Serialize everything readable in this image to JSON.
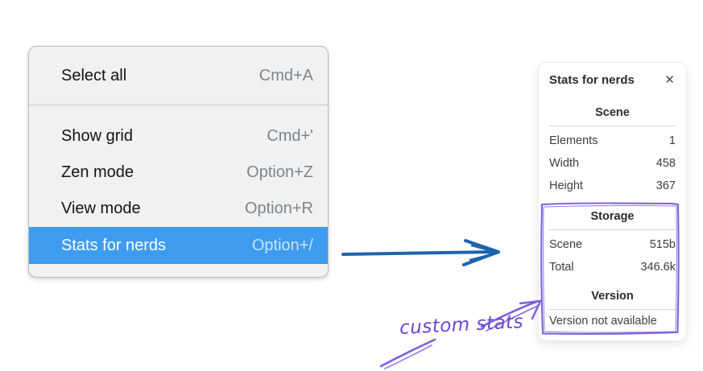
{
  "menu": {
    "items": [
      {
        "label": "Select all",
        "shortcut": "Cmd+A",
        "highlighted": false
      },
      {
        "label": "Show grid",
        "shortcut": "Cmd+'",
        "highlighted": false
      },
      {
        "label": "Zen mode",
        "shortcut": "Option+Z",
        "highlighted": false
      },
      {
        "label": "View mode",
        "shortcut": "Option+R",
        "highlighted": false
      },
      {
        "label": "Stats for nerds",
        "shortcut": "Option+/",
        "highlighted": true
      }
    ]
  },
  "stats_panel": {
    "title": "Stats for nerds",
    "close_icon": "✕",
    "sections": [
      {
        "heading": "Scene",
        "rows": [
          {
            "label": "Elements",
            "value": "1"
          },
          {
            "label": "Width",
            "value": "458"
          },
          {
            "label": "Height",
            "value": "367"
          }
        ]
      },
      {
        "heading": "Storage",
        "rows": [
          {
            "label": "Scene",
            "value": "515b"
          },
          {
            "label": "Total",
            "value": "346.6k"
          }
        ]
      },
      {
        "heading": "Version",
        "note": "Version not available"
      }
    ]
  },
  "annotation": {
    "label": "custom stats"
  },
  "colors": {
    "menu_highlight": "#3d9cf0",
    "flow_arrow": "#1e63ae",
    "annotation_purple": "#7a5ede",
    "annotation_text": "#6a45d8"
  }
}
